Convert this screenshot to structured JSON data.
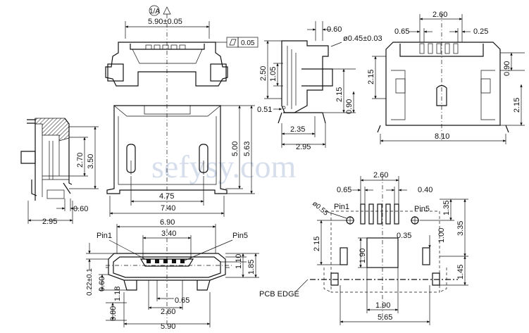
{
  "watermark": "sefysy.com",
  "top_front": {
    "rev_mark": "1/A",
    "width": "5.90±0.05",
    "flatness": "0.05"
  },
  "top_view": {
    "width_bottom": "7.40",
    "pin_span": "4.75",
    "depth_a": "5.00",
    "depth_b": "5.63"
  },
  "left_side": {
    "d1": "2.70",
    "d2": "3.50",
    "d3": "0.60",
    "d4": "2.95"
  },
  "side_view": {
    "d_top": "0.60",
    "d_pin": "ø0.45±0.03",
    "d_250": "2.50",
    "d_105": "1.05",
    "d_215": "2.15",
    "d_090": "0.90",
    "d_051": "0.51",
    "d_235": "2.35",
    "d_295": "2.95"
  },
  "right_front": {
    "d_065": "0.65",
    "d_260": "2.60",
    "d_025": "0.25",
    "d_215": "2.15",
    "d_090": "0.90",
    "d_215b": "2.15",
    "d_810": "8.10"
  },
  "bottom_front": {
    "d_690": "6.90",
    "d_340": "3.40",
    "pin1": "Pin1",
    "pin5": "Pin5",
    "d_110": "1.10",
    "d_185": "1.85",
    "d_022": "0.22±0.1",
    "d_060": "0.60",
    "d_118": "1.18",
    "d_080": "0.80",
    "d_065": "0.65",
    "d_260": "2.60",
    "d_590": "5.90"
  },
  "footprint": {
    "d_260": "2.60",
    "d_065": "0.65",
    "d_040": "0.40",
    "hole": "ø0.55",
    "pin1": "Pin1",
    "pin5": "Pin5",
    "d_135": "1.35",
    "d_335": "3.35",
    "d_215": "2.15",
    "d_035": "0.35",
    "d_100": "1.00",
    "d_190v": "1.90",
    "d_145": "1.45",
    "pcb_edge": "PCB EDGE",
    "d_190": "1.90",
    "d_565": "5.65"
  }
}
